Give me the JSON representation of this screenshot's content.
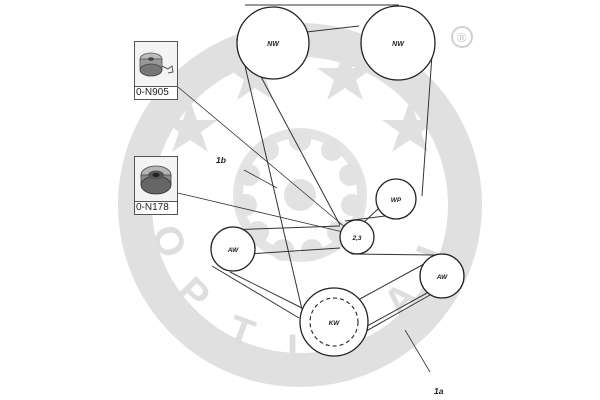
{
  "parts": {
    "tensioner": {
      "code": "0-N905"
    },
    "idler": {
      "code": "0-N178"
    }
  },
  "pulleys": {
    "nw_left": "NW",
    "nw_right": "NW",
    "wp": "WP",
    "tensioner_idler": "2,3",
    "aw_left": "AW",
    "aw_right": "AW",
    "kw": "KW"
  },
  "callouts": {
    "belt_1b": "1b",
    "belt_1a": "1a"
  },
  "watermark": {
    "text": "OPTIMAL",
    "registered_mark": "®"
  },
  "colors": {
    "watermark": "#dcdcdc",
    "line": "#333333"
  }
}
